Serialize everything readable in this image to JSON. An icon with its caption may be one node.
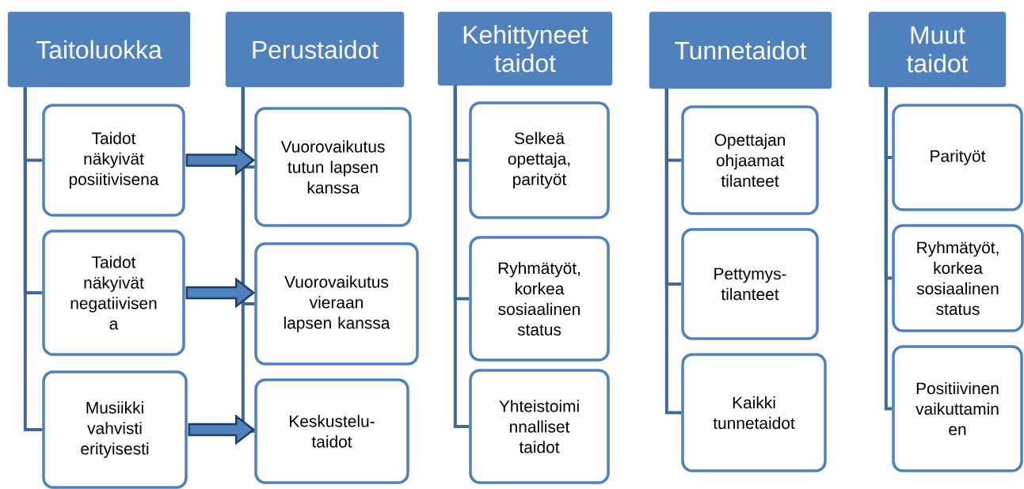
{
  "diagram": {
    "nodes": [
      {
        "text": [
          "Taitoluokka"
        ]
      },
      {
        "text": [
          "Taidot näkyivät posiitivisena"
        ]
      },
      {
        "text": [
          "Taidot näkyivät negatiivisen a"
        ]
      },
      {
        "text": [
          "Musiikki vahvisti erityisesti"
        ]
      },
      {
        "text": [
          "Perustaidot"
        ]
      },
      {
        "text": [
          "Vuorovaikutus tutun lapsen kanssa"
        ]
      },
      {
        "text": [
          "Vuorovaikutus vieraan lapsen kanssa"
        ]
      },
      {
        "text": [
          "Keskustelu- taidot"
        ]
      },
      {
        "text": [
          "Kehittyneet taidot"
        ]
      },
      {
        "text": [
          "Selkeä opettaja, parityöt"
        ]
      },
      {
        "text": [
          "Ryhmätyöt, korkea sosiaalinen status"
        ]
      },
      {
        "text": [
          "Yhteistoimi nnalliset taidot"
        ]
      },
      {
        "text": [
          "Tunnetaidot"
        ]
      },
      {
        "text": [
          "Opettajan ohjaamat tilanteet"
        ]
      },
      {
        "text": [
          "Pettymys- tilanteet"
        ]
      },
      {
        "text": [
          "Kaikki tunnetaidot"
        ]
      },
      {
        "text": [
          "Muut taidot"
        ]
      },
      {
        "text": [
          "Parityöt"
        ]
      },
      {
        "text": [
          "Ryhmätyöt, korkea sosiaalinen status"
        ]
      },
      {
        "text": [
          "Positiivinen vaikuttamin en"
        ]
      }
    ],
    "edges": [
      {
        "from": 0,
        "to": 1,
        "arrow": "none"
      },
      {
        "from": 0,
        "to": 2,
        "arrow": "none"
      },
      {
        "from": 0,
        "to": 3,
        "arrow": "none"
      },
      {
        "from": 4,
        "to": 5,
        "arrow": "none"
      },
      {
        "from": 4,
        "to": 6,
        "arrow": "none"
      },
      {
        "from": 4,
        "to": 7,
        "arrow": "none"
      },
      {
        "from": 8,
        "to": 9,
        "arrow": "none"
      },
      {
        "from": 8,
        "to": 10,
        "arrow": "none"
      },
      {
        "from": 8,
        "to": 11,
        "arrow": "none"
      },
      {
        "from": 12,
        "to": 13,
        "arrow": "none"
      },
      {
        "from": 12,
        "to": 14,
        "arrow": "none"
      },
      {
        "from": 12,
        "to": 15,
        "arrow": "none"
      },
      {
        "from": 16,
        "to": 17,
        "arrow": "none"
      },
      {
        "from": 16,
        "to": 18,
        "arrow": "none"
      },
      {
        "from": 16,
        "to": 19,
        "arrow": "none"
      },
      {
        "from": 1,
        "to": 5,
        "arrow": "to",
        "style": "thick"
      },
      {
        "from": 2,
        "to": 6,
        "arrow": "to",
        "style": "thick"
      },
      {
        "from": 3,
        "to": 7,
        "arrow": "to",
        "style": "thick"
      }
    ]
  }
}
